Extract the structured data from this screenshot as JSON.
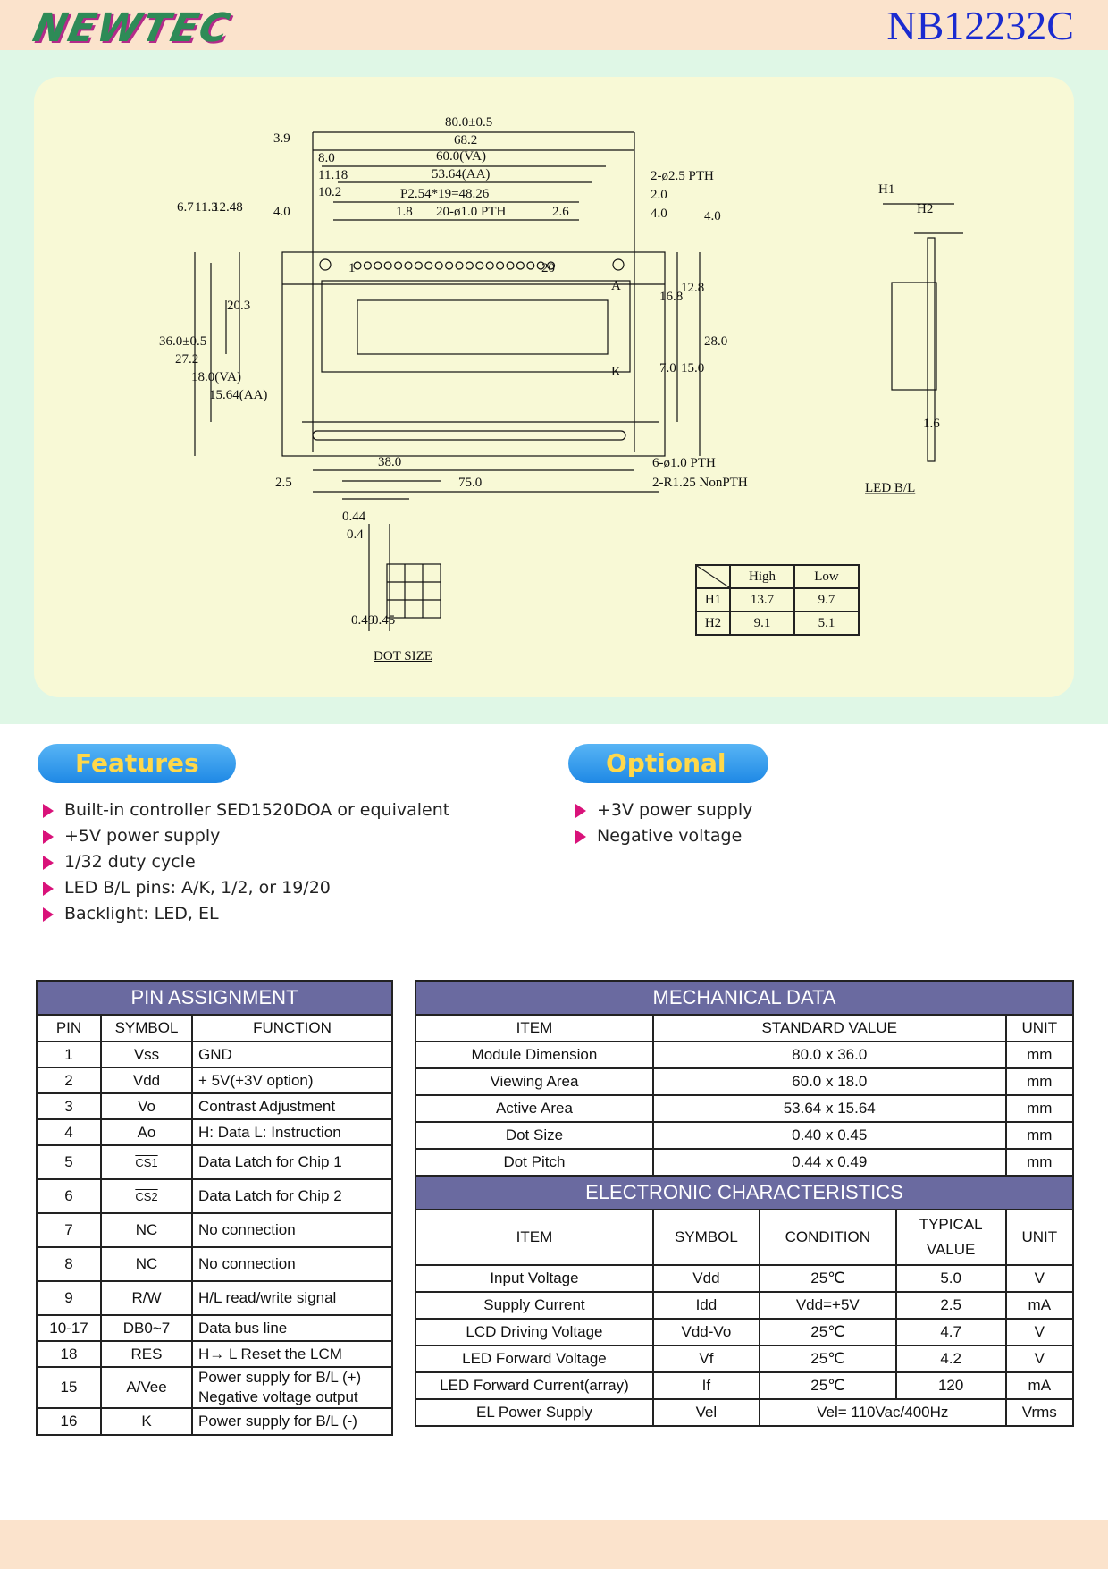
{
  "header": {
    "brand": "NEWTEC",
    "model": "NB12232C"
  },
  "drawing": {
    "dims_top": [
      "80.0±0.5",
      "68.2",
      "60.0(VA)",
      "53.64(AA)",
      "P2.54*19=48.26",
      "20-ø1.0 PTH",
      "3.9",
      "8.0",
      "11.18",
      "10.2",
      "1.8",
      "4.0",
      "2.6"
    ],
    "dims_right": [
      "2-ø2.5 PTH",
      "2.0",
      "4.0",
      "4.0",
      "16.8",
      "12.8",
      "7.0",
      "15.0",
      "28.0"
    ],
    "dims_left": [
      "6.7",
      "11.3",
      "12.48",
      "36.0±0.5",
      "27.2",
      "18.0(VA)",
      "15.64(AA)",
      "20.3"
    ],
    "dims_bottom": [
      "38.0",
      "2.5",
      "75.0",
      "6-ø1.0 PTH",
      "2-R1.25 NonPTH"
    ],
    "pin_labels": [
      "1",
      "20",
      "A",
      "K"
    ],
    "side": {
      "h1": "H1",
      "h2": "H2",
      "thick": "1.6",
      "label": "LED B/L"
    },
    "dot": {
      "w1": "0.44",
      "w2": "0.4",
      "h1": "0.49",
      "h2": "0.45",
      "label": "DOT SIZE"
    },
    "hl_table": {
      "cols": [
        "High",
        "Low"
      ],
      "rows": [
        [
          "H1",
          "13.7",
          "9.7"
        ],
        [
          "H2",
          "9.1",
          "5.1"
        ]
      ]
    }
  },
  "features": {
    "title": "Features",
    "items": [
      "Built-in controller SED1520DOA or equivalent",
      "+5V power supply",
      "1/32 duty cycle",
      "LED B/L pins: A/K, 1/2, or 19/20",
      "Backlight: LED, EL"
    ]
  },
  "optional": {
    "title": "Optional",
    "items": [
      "+3V power supply",
      "Negative voltage"
    ]
  },
  "pin_table": {
    "title": "PIN ASSIGNMENT",
    "headers": [
      "PIN",
      "SYMBOL",
      "FUNCTION"
    ],
    "rows": [
      [
        "1",
        "Vss",
        "GND"
      ],
      [
        "2",
        "Vdd",
        "+ 5V(+3V option)"
      ],
      [
        "3",
        "Vo",
        "Contrast Adjustment"
      ],
      [
        "4",
        "Ao",
        "H: Data L: Instruction"
      ],
      [
        "5",
        "CS1",
        "Data Latch for Chip 1"
      ],
      [
        "6",
        "CS2",
        "Data Latch for Chip 2"
      ],
      [
        "7",
        "NC",
        "No connection"
      ],
      [
        "8",
        "NC",
        "No connection"
      ],
      [
        "9",
        "R/W",
        "H/L read/write signal"
      ],
      [
        "10-17",
        "DB0~7",
        "Data bus line"
      ],
      [
        "18",
        "RES",
        "H→ L Reset the LCM"
      ],
      [
        "15",
        "A/Vee",
        "Power supply for B/L (+)\nNegative voltage output"
      ],
      [
        "16",
        "K",
        "Power supply for B/L (-)"
      ]
    ]
  },
  "mech_table": {
    "title": "MECHANICAL DATA",
    "headers": [
      "ITEM",
      "STANDARD VALUE",
      "UNIT"
    ],
    "rows": [
      [
        "Module Dimension",
        "80.0 x 36.0",
        "mm"
      ],
      [
        "Viewing Area",
        "60.0 x 18.0",
        "mm"
      ],
      [
        "Active Area",
        "53.64 x 15.64",
        "mm"
      ],
      [
        "Dot Size",
        "0.40 x 0.45",
        "mm"
      ],
      [
        "Dot Pitch",
        "0.44 x 0.49",
        "mm"
      ]
    ]
  },
  "elec_table": {
    "title": "ELECTRONIC CHARACTERISTICS",
    "headers": [
      "ITEM",
      "SYMBOL",
      "CONDITION",
      "TYPICAL VALUE",
      "UNIT"
    ],
    "rows": [
      [
        "Input Voltage",
        "Vdd",
        "25℃",
        "5.0",
        "V"
      ],
      [
        "Supply Current",
        "Idd",
        "Vdd=+5V",
        "2.5",
        "mA"
      ],
      [
        "LCD Driving Voltage",
        "Vdd-Vo",
        "25℃",
        "4.7",
        "V"
      ],
      [
        "LED Forward Voltage",
        "Vf",
        "25℃",
        "4.2",
        "V"
      ],
      [
        "LED Forward Current(array)",
        "If",
        "25℃",
        "120",
        "mA"
      ],
      [
        "EL Power Supply",
        "Vel",
        "Vel= 110Vac/400Hz",
        "Vrms"
      ]
    ]
  }
}
